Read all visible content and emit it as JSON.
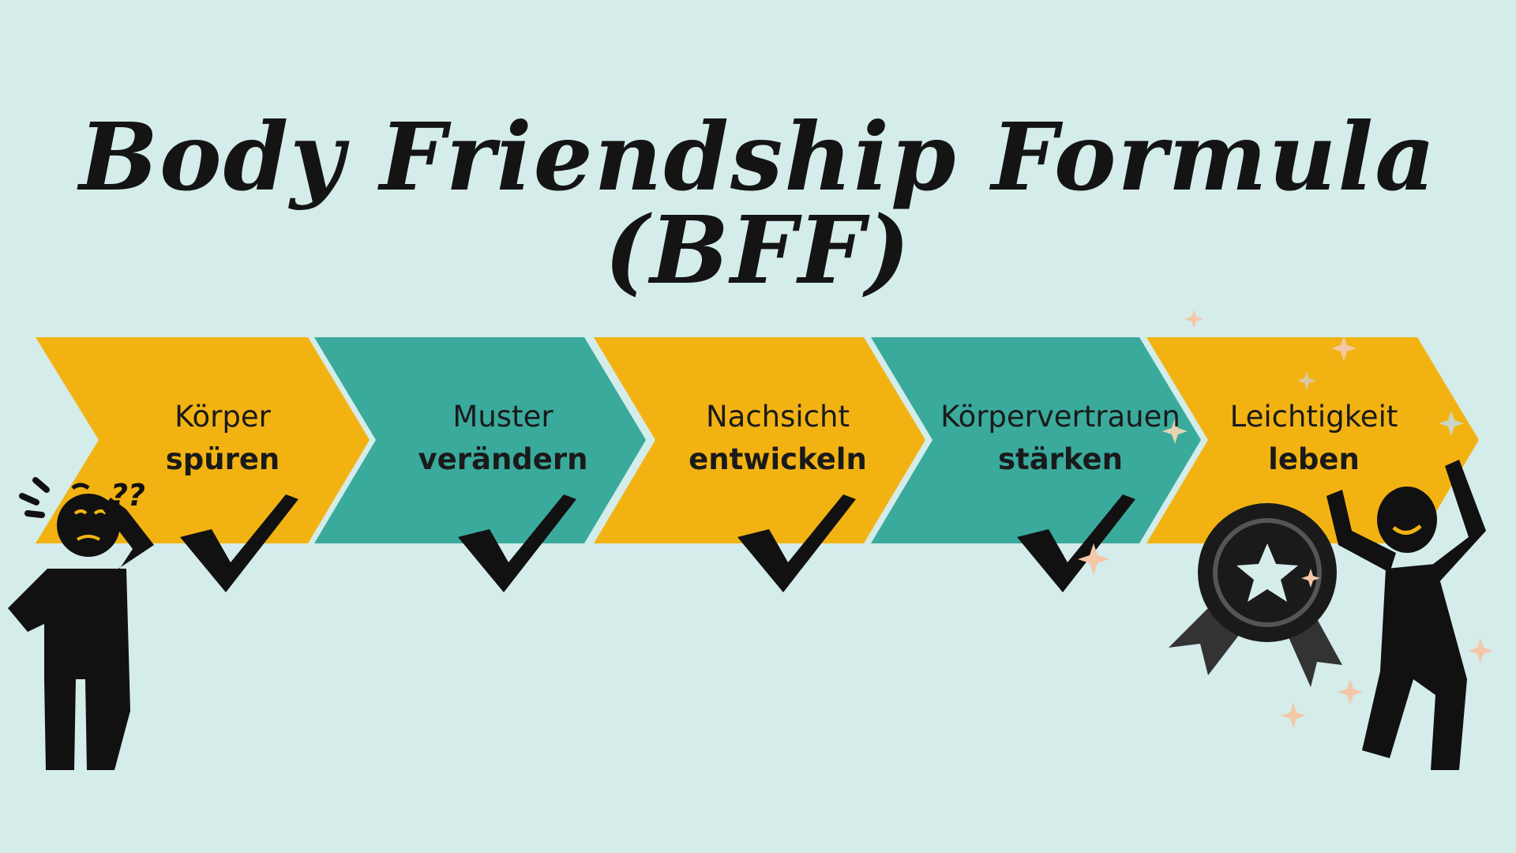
{
  "title": "Body Friendship Formula (BFF)",
  "colors": {
    "background": "#d4ecea",
    "yellow": "#f2b312",
    "teal": "#3aaa9c",
    "ink": "#141414"
  },
  "steps": [
    {
      "top": "Körper",
      "bottom": "spüren",
      "color": "yellow",
      "checked": true
    },
    {
      "top": "Muster",
      "bottom": "verändern",
      "color": "teal",
      "checked": true
    },
    {
      "top": "Nachsicht",
      "bottom": "entwickeln",
      "color": "yellow",
      "checked": true
    },
    {
      "top": "Körpervertrauen",
      "bottom": "stärken",
      "color": "teal",
      "checked": true
    },
    {
      "top": "Leichtigkeit",
      "bottom": "leben",
      "color": "yellow",
      "checked": false
    }
  ],
  "figures": {
    "left": {
      "icon": "confused-person-icon",
      "question_marks": "??"
    },
    "right": {
      "icon": "celebrating-person-icon",
      "medal": "star-medal-icon"
    }
  }
}
